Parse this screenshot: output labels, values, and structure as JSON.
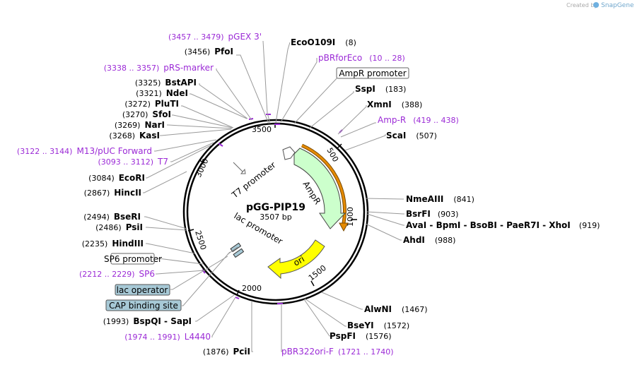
{
  "credit": {
    "prefix": "Created by",
    "brand": "SnapGene"
  },
  "map": {
    "name": "pGG-PIP19",
    "size_label": "3507 bp",
    "ticks": [
      "500",
      "1000",
      "1500",
      "2000",
      "2500",
      "3000",
      "3500"
    ]
  },
  "features": {
    "ampr": "AmpR",
    "ori": "ori",
    "t7_promoter": "T7 promoter",
    "lac_promoter": "lac promoter"
  },
  "labels": [
    {
      "id": "pgex3",
      "num": "(3457 .. 3479)",
      "name": "pGEX 3'",
      "kind": "feature"
    },
    {
      "id": "pfoi",
      "num": "(3456)",
      "name": "PfoI",
      "kind": "enzyme"
    },
    {
      "id": "prsmarker",
      "num": "(3338 .. 3357)",
      "name": "pRS-marker",
      "kind": "feature"
    },
    {
      "id": "bstapi",
      "num": "(3325)",
      "name": "BstAPI",
      "kind": "enzyme"
    },
    {
      "id": "ndei",
      "num": "(3321)",
      "name": "NdeI",
      "kind": "enzyme"
    },
    {
      "id": "pluti",
      "num": "(3272)",
      "name": "PluTI",
      "kind": "enzyme"
    },
    {
      "id": "sfoi",
      "num": "(3270)",
      "name": "SfoI",
      "kind": "enzyme"
    },
    {
      "id": "nari",
      "num": "(3269)",
      "name": "NarI",
      "kind": "enzyme"
    },
    {
      "id": "kasi",
      "num": "(3268)",
      "name": "KasI",
      "kind": "enzyme"
    },
    {
      "id": "m13",
      "num": "(3122 .. 3144)",
      "name": "M13/pUC Forward",
      "kind": "feature"
    },
    {
      "id": "t7",
      "num": "(3093 .. 3112)",
      "name": "T7",
      "kind": "feature"
    },
    {
      "id": "ecori",
      "num": "(3084)",
      "name": "EcoRI",
      "kind": "enzyme"
    },
    {
      "id": "hincii",
      "num": "(2867)",
      "name": "HincII",
      "kind": "enzyme"
    },
    {
      "id": "bseri",
      "num": "(2494)",
      "name": "BseRI",
      "kind": "enzyme"
    },
    {
      "id": "psii",
      "num": "(2486)",
      "name": "PsiI",
      "kind": "enzyme"
    },
    {
      "id": "hindiii",
      "num": "(2235)",
      "name": "HindIII",
      "kind": "enzyme"
    },
    {
      "id": "sp6prom",
      "name": "SP6 promoter",
      "kind": "box"
    },
    {
      "id": "sp6",
      "num": "(2212 .. 2229)",
      "name": "SP6",
      "kind": "feature"
    },
    {
      "id": "lacop",
      "name": "lac operator",
      "kind": "box-filled"
    },
    {
      "id": "cap",
      "name": "CAP binding site",
      "kind": "box-filled"
    },
    {
      "id": "bspqi",
      "num": "(1993)",
      "name": "BspQI",
      "sep": " - ",
      "name2": "SapI",
      "kind": "enzyme"
    },
    {
      "id": "l4440",
      "num": "(1974 .. 1991)",
      "name": "L4440",
      "kind": "feature"
    },
    {
      "id": "pcii",
      "num": "(1876)",
      "name": "PciI",
      "kind": "enzyme"
    },
    {
      "id": "pbr322",
      "num": "(1721 .. 1740)",
      "name": "pBR322ori-F",
      "kind": "feature"
    },
    {
      "id": "ecoo109i",
      "name": "EcoO109I",
      "num": "(8)",
      "kind": "enzyme"
    },
    {
      "id": "pbrforeco",
      "name": "pBRforEco",
      "num": "(10 .. 28)",
      "kind": "feature"
    },
    {
      "id": "amprprom",
      "name": "AmpR promoter",
      "kind": "box"
    },
    {
      "id": "sspi",
      "name": "SspI",
      "num": "(183)",
      "kind": "enzyme"
    },
    {
      "id": "xmni",
      "name": "XmnI",
      "num": "(388)",
      "kind": "enzyme"
    },
    {
      "id": "ampr_r",
      "name": "Amp-R",
      "num": "(419 .. 438)",
      "kind": "feature"
    },
    {
      "id": "scai",
      "name": "ScaI",
      "num": "(507)",
      "kind": "enzyme"
    },
    {
      "id": "nmeaiii",
      "name": "NmeAIII",
      "num": "(841)",
      "kind": "enzyme"
    },
    {
      "id": "bsrfi",
      "name": "BsrFI",
      "num": "(903)",
      "kind": "enzyme"
    },
    {
      "id": "avai",
      "name": "AvaI",
      "sep": " - ",
      "name2": "BpmI",
      "sep2": " - ",
      "name3": "BsoBI",
      "sep3": " - ",
      "name4": "PaeR7I",
      "sep4": " - ",
      "name5": "XhoI",
      "num": "(919)",
      "kind": "enzyme"
    },
    {
      "id": "ahdi",
      "name": "AhdI",
      "num": "(988)",
      "kind": "enzyme"
    },
    {
      "id": "alwni",
      "name": "AlwNI",
      "num": "(1467)",
      "kind": "enzyme"
    },
    {
      "id": "bseyi",
      "name": "BseYI",
      "num": "(1572)",
      "kind": "enzyme"
    },
    {
      "id": "pspfi",
      "name": "PspFI",
      "num": "(1576)",
      "kind": "enzyme"
    }
  ],
  "colors": {
    "feature_text": "#9b2ad6",
    "ampr_fill": "#ccffcc",
    "ori_fill": "#ffff00",
    "orange_arrow": "#e58a00",
    "box_fill": "#a7c9d6",
    "backbone": "#000000"
  }
}
